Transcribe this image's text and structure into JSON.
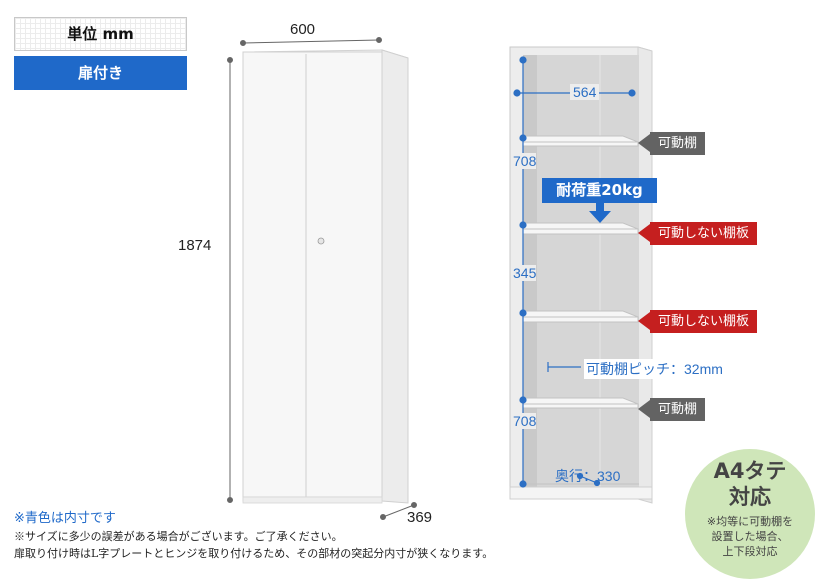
{
  "unit_label": "単位 mm",
  "door_label": "扉付き",
  "dimensions": {
    "width": "600",
    "height": "1874",
    "depth": "369",
    "inner_width": "564",
    "section_top": "708",
    "section_middle": "345",
    "section_bottom": "708",
    "inner_depth": "奥行：330"
  },
  "load_label": "耐荷重20kg",
  "pitch_label": "可動棚ピッチ：32mm",
  "shelf_tags": [
    "可動棚",
    "可動しない棚板",
    "可動しない棚板",
    "可動棚"
  ],
  "a4_badge": {
    "title_line1": "A4タテ",
    "title_line2": "対応",
    "note_line1": "※均等に可動棚を",
    "note_line2": "設置した場合、",
    "note_line3": "上下段対応"
  },
  "notes": {
    "blue": "※青色は内寸です",
    "line1": "※サイズに多少の誤差がある場合がございます。ご了承ください。",
    "line2": "扉取り付け時はL字プレートとヒンジを取り付けるため、その部材の突起分内寸が狭くなります。"
  },
  "colors": {
    "accent_blue": "#1f69c9",
    "inner_dim_blue": "#2c6fc4",
    "tag_gray": "#636363",
    "tag_red": "#c51f1f",
    "badge_green": "#cfe6b9"
  }
}
